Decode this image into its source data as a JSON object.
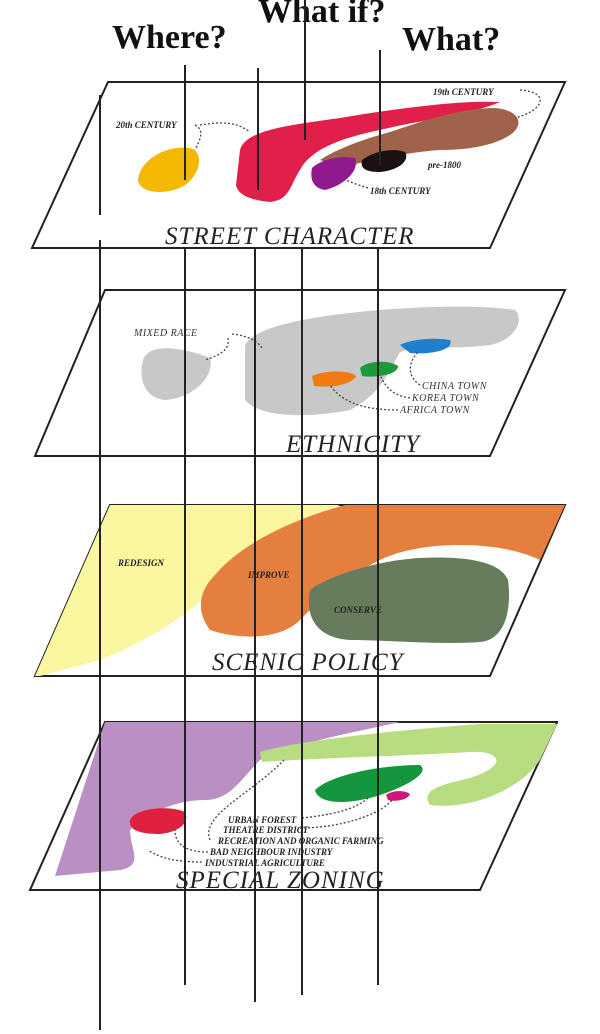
{
  "questions": {
    "where": "Where?",
    "what_if": "What if?",
    "what": "What?"
  },
  "layers": [
    {
      "title": "STREET CHARACTER",
      "labels": [
        "20th CENTURY",
        "19th CENTURY",
        "pre-1800",
        "18th CENTURY"
      ],
      "colors": {
        "20th": "#f5b800",
        "19th_red": "#e0204a",
        "19th_brown": "#a0634a",
        "18th": "#8e1a8e",
        "pre1800": "#1a1212"
      }
    },
    {
      "title": "ETHNICITY",
      "labels": [
        "MIXED RACE",
        "CHINA TOWN",
        "KOREA TOWN",
        "AFRICA TOWN"
      ],
      "colors": {
        "mixed": "#c8c8c8",
        "china": "#1e7fd0",
        "korea": "#1a9a3a",
        "africa": "#f07a10"
      }
    },
    {
      "title": "SCENIC POLICY",
      "labels": [
        "REDESIGN",
        "IMPROVE",
        "CONSERVE"
      ],
      "colors": {
        "redesign": "#fbf6a0",
        "improve": "#e57f3e",
        "conserve": "#667c5c"
      }
    },
    {
      "title": "SPECIAL ZONING",
      "labels": [
        "URBAN FOREST",
        "THEATRE DISTRICT",
        "RECREATION AND ORGANIC FARMING",
        "BAD NEIGHBOUR INDUSTRY",
        "INDUSTRIAL AGRICULTURE"
      ],
      "colors": {
        "industrial_agriculture": "#b98fc4",
        "recreation": "#b8dc80",
        "urban_forest": "#14963c",
        "theatre": "#d0167a",
        "bad_neighbour": "#e0203f"
      }
    }
  ]
}
